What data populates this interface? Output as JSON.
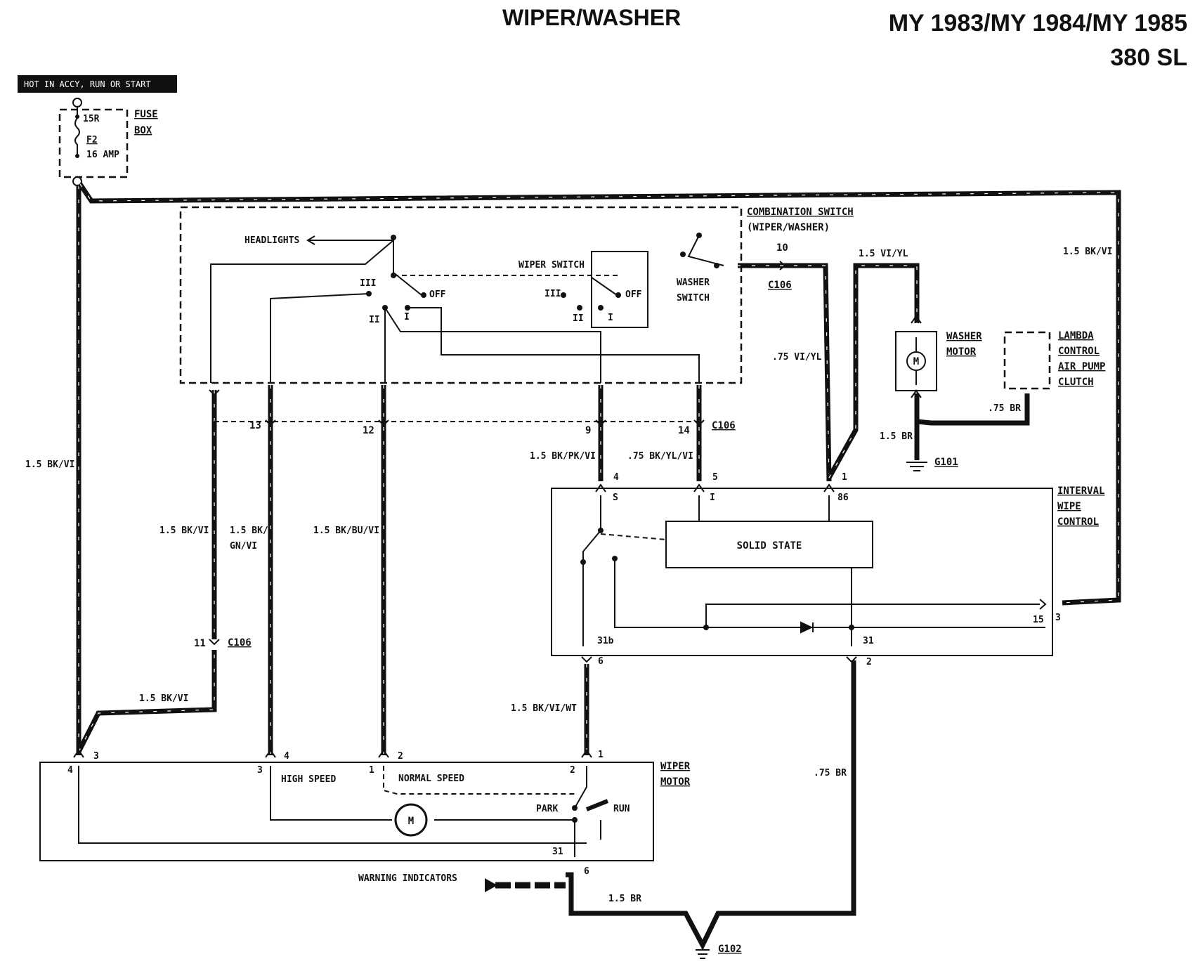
{
  "title": "WIPER/WASHER",
  "model": {
    "years": "MY 1983/MY 1984/MY 1985",
    "name": "380 SL"
  },
  "power_banner": "HOT IN ACCY, RUN OR START",
  "fuse_box": {
    "label_1": "FUSE",
    "label_2": "BOX",
    "tag_1": "15R",
    "tag_2": "F2",
    "amp": "16 AMP"
  },
  "combination_switch": {
    "label_1": "COMBINATION SWITCH",
    "label_2": "(WIPER/WASHER)",
    "headlights": "HEADLIGHTS",
    "wiper_switch": "WIPER SWITCH",
    "washer_1": "WASHER",
    "washer_2": "SWITCH",
    "pos_off_1": "OFF",
    "pos_off_2": "OFF",
    "pos_iii_1": "III",
    "pos_ii_1": "II",
    "pos_i_1": "I",
    "pos_iii_2": "III",
    "pos_ii_2": "II",
    "pos_i_2": "I"
  },
  "washer_motor": {
    "label_1": "WASHER",
    "label_2": "MOTOR",
    "symbol": "M"
  },
  "lambda": {
    "line_1": "LAMBDA",
    "line_2": "CONTROL",
    "line_3": "AIR PUMP",
    "line_4": "CLUTCH"
  },
  "interval_wipe_control": {
    "line_1": "INTERVAL",
    "line_2": "WIPE",
    "line_3": "CONTROL",
    "solid_state": "SOLID STATE",
    "pin_s": "S",
    "pin_i": "I",
    "pin_86": "86",
    "pin_31b": "31b",
    "pin_31": "31",
    "pin_15": "15"
  },
  "wiper_motor": {
    "label_1": "WIPER",
    "label_2": "MOTOR",
    "high_speed": "HIGH SPEED",
    "normal_speed": "NORMAL SPEED",
    "park": "PARK",
    "run": "RUN",
    "symbol": "M",
    "pin_31": "31"
  },
  "warning_indicators": "WARNING INDICATORS",
  "grounds": {
    "g101": "G101",
    "g102": "G102"
  },
  "connectors": {
    "c106": "C106"
  },
  "wires": {
    "w_15bkvi": "1.5 BK/VI",
    "w_15bkgnvi_1": "1.5 BK/",
    "w_15bkgnvi_2": "GN/VI",
    "w_15bkbuvi": "1.5 BK/BU/VI",
    "w_15bkpkvi": "1.5 BK/PK/VI",
    "w_75bkylvi": ".75 BK/YL/VI",
    "w_75viyl": ".75 VI/YL",
    "w_15viyl": "1.5 VI/YL",
    "w_15bkviwt": "1.5 BK/VI/WT",
    "w_75br": ".75 BR",
    "w_15br": "1.5 BR"
  },
  "pins": {
    "p1": "1",
    "p2": "2",
    "p3": "3",
    "p4": "4",
    "p5": "5",
    "p6": "6",
    "p9": "9",
    "p10": "10",
    "p11": "11",
    "p12": "12",
    "p13": "13",
    "p14": "14"
  }
}
